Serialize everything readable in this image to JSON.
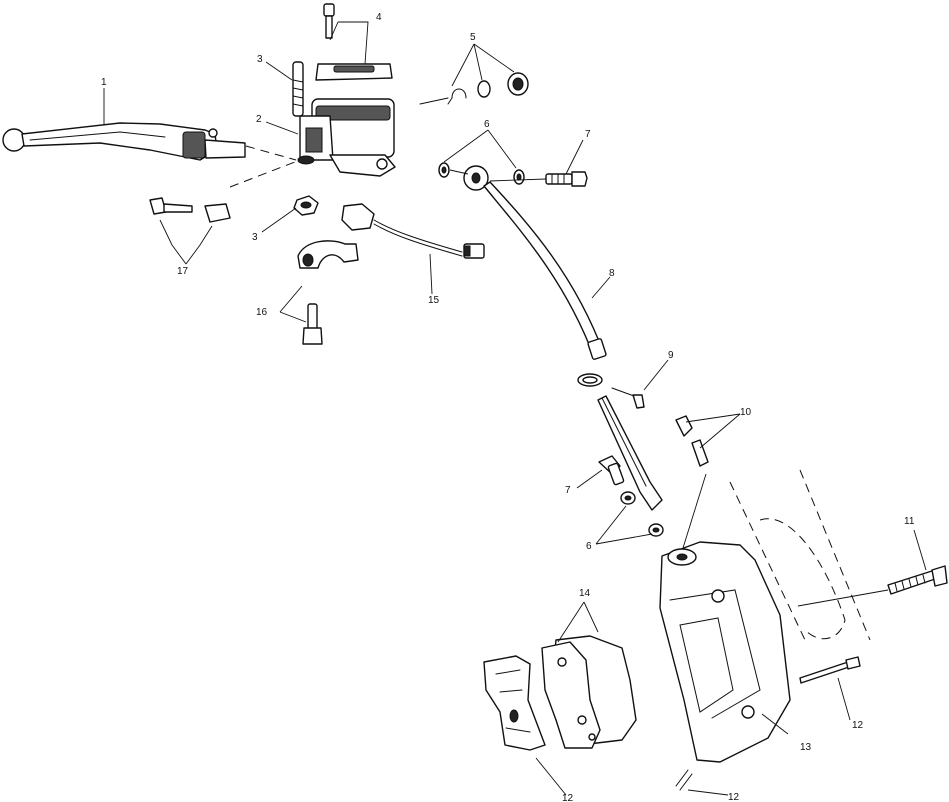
{
  "callouts": {
    "c1": "1",
    "c2": "2",
    "c3a": "3",
    "c3b": "3",
    "c4": "4",
    "c5": "5",
    "c6a": "6",
    "c6b": "6",
    "c7a": "7",
    "c7b": "7",
    "c8": "8",
    "c9": "9",
    "c10": "10",
    "c11": "11",
    "c12a": "12",
    "c12b": "12",
    "c12c": "12",
    "c13": "13",
    "c14": "14",
    "c15": "15",
    "c16": "16",
    "c17": "17"
  },
  "colors": {
    "line": "#111111",
    "shade": "#555555",
    "background": "#ffffff"
  }
}
